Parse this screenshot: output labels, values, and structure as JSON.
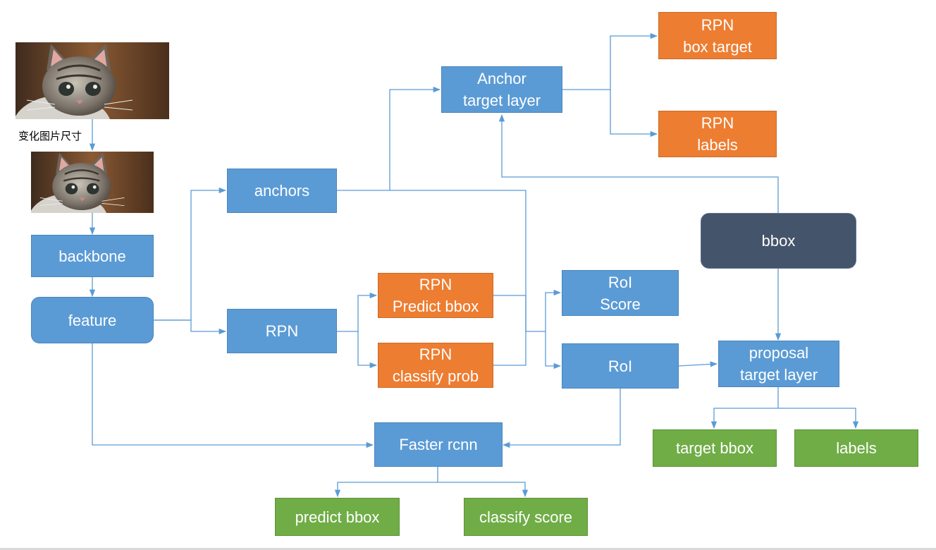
{
  "colors": {
    "blue": "#5b9bd5",
    "orange": "#ed7d31",
    "green": "#70ad47",
    "dark": "#44546a",
    "connector": "#5b9bd5"
  },
  "caption": "变化图片尺寸",
  "images": {
    "input": "cat-photo-icon",
    "resized": "cat-photo-icon"
  },
  "nodes": {
    "backbone": "backbone",
    "feature": "feature",
    "anchors": "anchors",
    "rpn": "RPN",
    "rpn_predict_bbox": "RPN\nPredict bbox",
    "rpn_classify_prob": "RPN\nclassify prob",
    "anchor_target_layer": "Anchor\ntarget layer",
    "rpn_box_target": "RPN\nbox target",
    "rpn_labels": "RPN\nlabels",
    "roi_score": "RoI\nScore",
    "roi": "RoI",
    "bbox": "bbox",
    "proposal_target_layer": "proposal\ntarget layer",
    "target_bbox": "target bbox",
    "labels": "labels",
    "faster_rcnn": "Faster rcnn",
    "predict_bbox": "predict bbox",
    "classify_score": "classify score"
  }
}
